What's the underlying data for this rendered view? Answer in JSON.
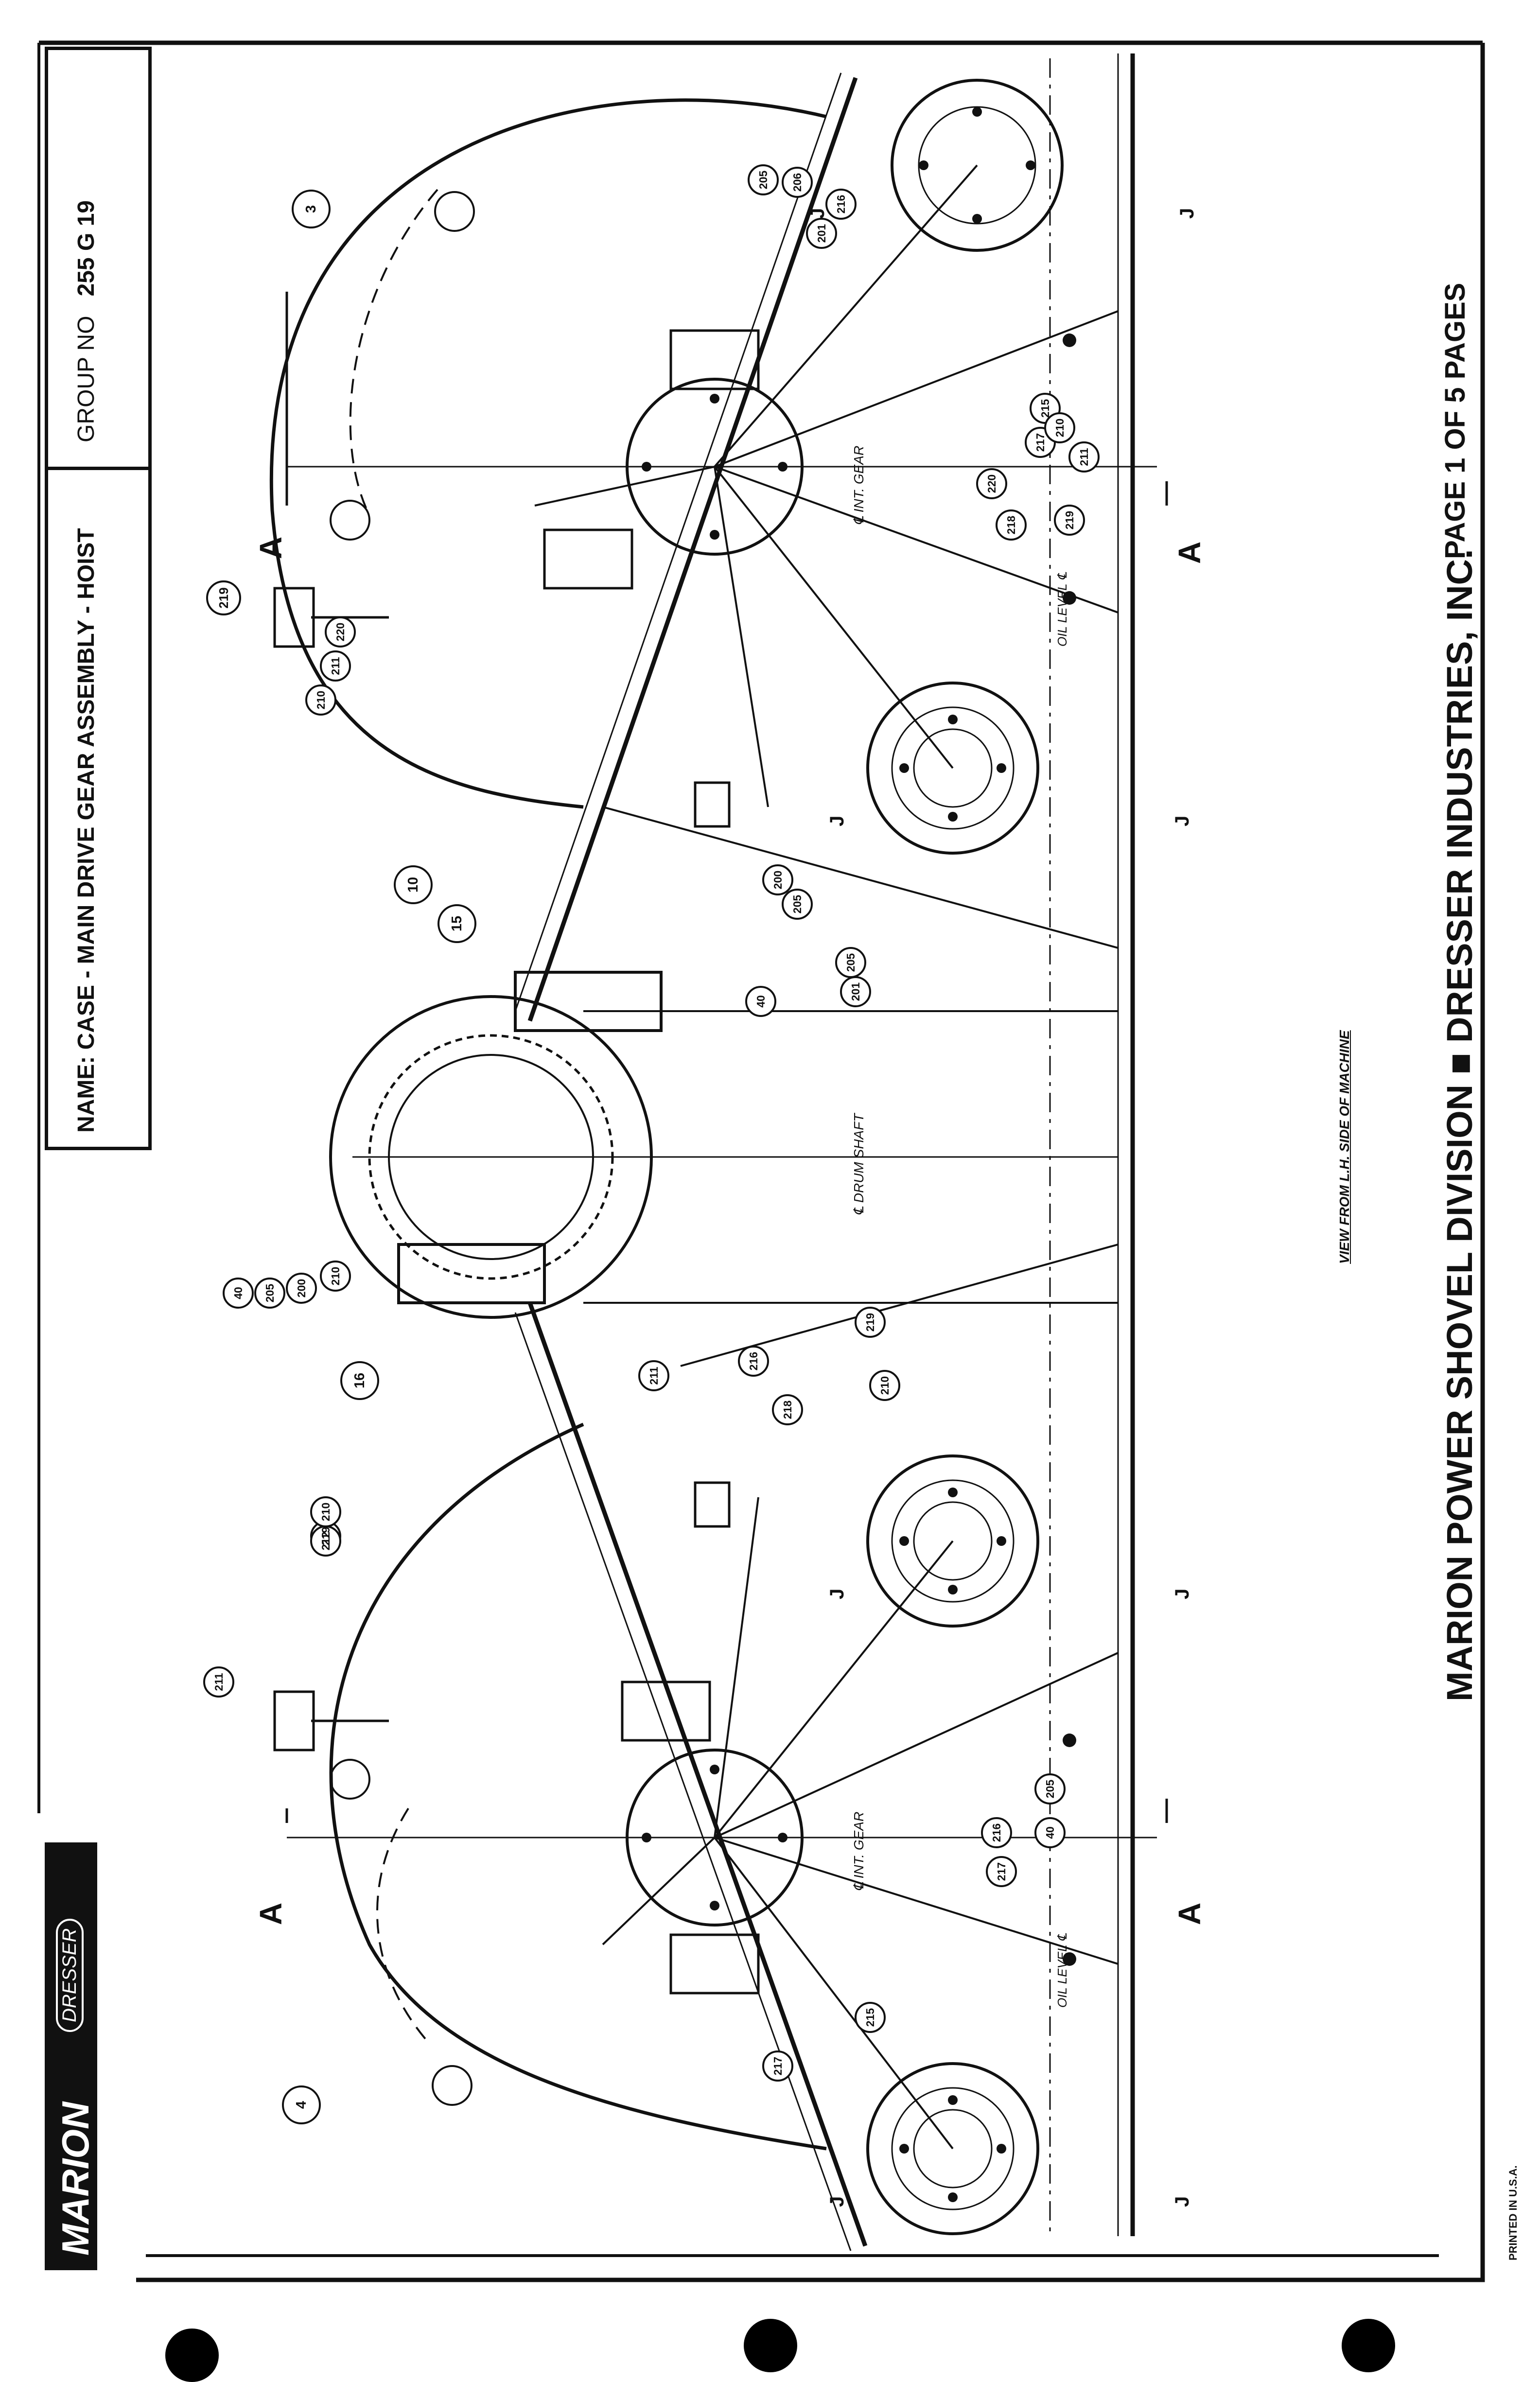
{
  "title_block": {
    "name_label": "NAME",
    "name_value": "CASE - MAIN DRIVE GEAR ASSEMBLY - HOIST",
    "group_label": "GROUP NO",
    "group_value": "255 G 19"
  },
  "logo": {
    "brand": "MARION",
    "sub_brand": "DRESSER"
  },
  "footer": {
    "division": "MARION POWER SHOVEL DIVISION",
    "company": "DRESSER INDUSTRIES, INC.",
    "page_info": "PAGE 1 OF 5 PAGES",
    "printed": "PRINTED IN U.S.A."
  },
  "view_caption": "VIEW FROM L.H. SIDE OF MACHINE",
  "centerline_labels": {
    "drum_shaft": "℄ DRUM SHAFT",
    "int_gear_right": "℄ INT. GEAR",
    "int_gear_left": "℄ INT. GEAR",
    "oil_level_right": "OIL LEVEL ℄",
    "oil_level_left": "OIL LEVEL ℄"
  },
  "section_marks": {
    "a_top_right": "A",
    "a_bottom_right": "A",
    "a_top_left": "A",
    "a_bottom_left": "A",
    "j1": "J",
    "j2": "J",
    "j3": "J",
    "j4": "J",
    "j5": "J",
    "j6": "J",
    "j7": "J",
    "j8": "J"
  },
  "callouts": [
    {
      "label": "3"
    },
    {
      "label": "4"
    },
    {
      "label": "10"
    },
    {
      "label": "15"
    },
    {
      "label": "16"
    },
    {
      "label": "219"
    },
    {
      "label": "210"
    },
    {
      "label": "211"
    },
    {
      "label": "220"
    },
    {
      "label": "205"
    },
    {
      "label": "206"
    },
    {
      "label": "201"
    },
    {
      "label": "216"
    },
    {
      "label": "218"
    },
    {
      "label": "219"
    },
    {
      "label": "215"
    },
    {
      "label": "217"
    },
    {
      "label": "210"
    },
    {
      "label": "211"
    },
    {
      "label": "220"
    },
    {
      "label": "40"
    },
    {
      "label": "205"
    },
    {
      "label": "200"
    },
    {
      "label": "205"
    },
    {
      "label": "201"
    },
    {
      "label": "216"
    },
    {
      "label": "218"
    },
    {
      "label": "219"
    },
    {
      "label": "210"
    },
    {
      "label": "211"
    },
    {
      "label": "40"
    },
    {
      "label": "205"
    },
    {
      "label": "200"
    },
    {
      "label": "210"
    },
    {
      "label": "211"
    },
    {
      "label": "219"
    },
    {
      "label": "210"
    },
    {
      "label": "212"
    },
    {
      "label": "216"
    },
    {
      "label": "217"
    },
    {
      "label": "40"
    },
    {
      "label": "205"
    },
    {
      "label": "215"
    },
    {
      "label": "217"
    }
  ],
  "colors": {
    "ink": "#111111",
    "paper": "#ffffff",
    "line": "#333333"
  }
}
